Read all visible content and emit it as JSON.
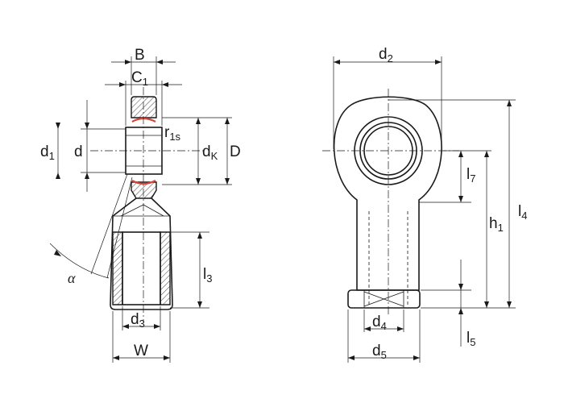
{
  "side_view": {
    "dimensions": {
      "B": "B",
      "C1": {
        "main": "C",
        "sub": "1"
      },
      "d1": {
        "main": "d",
        "sub": "1"
      },
      "d": "d",
      "r1s": {
        "main": "r",
        "sub": "1s"
      },
      "dK": {
        "main": "d",
        "sub": "K"
      },
      "D": "D",
      "alpha": "α",
      "l3": {
        "main": "l",
        "sub": "3"
      },
      "d3": {
        "main": "d",
        "sub": "3"
      },
      "W": "W"
    }
  },
  "front_view": {
    "dimensions": {
      "d2": {
        "main": "d",
        "sub": "2"
      },
      "l7": {
        "main": "l",
        "sub": "7"
      },
      "h1": {
        "main": "h",
        "sub": "1"
      },
      "l4": {
        "main": "l",
        "sub": "4"
      },
      "d4": {
        "main": "d",
        "sub": "4"
      },
      "d5": {
        "main": "d",
        "sub": "5"
      },
      "l5": {
        "main": "l",
        "sub": "5"
      }
    }
  }
}
